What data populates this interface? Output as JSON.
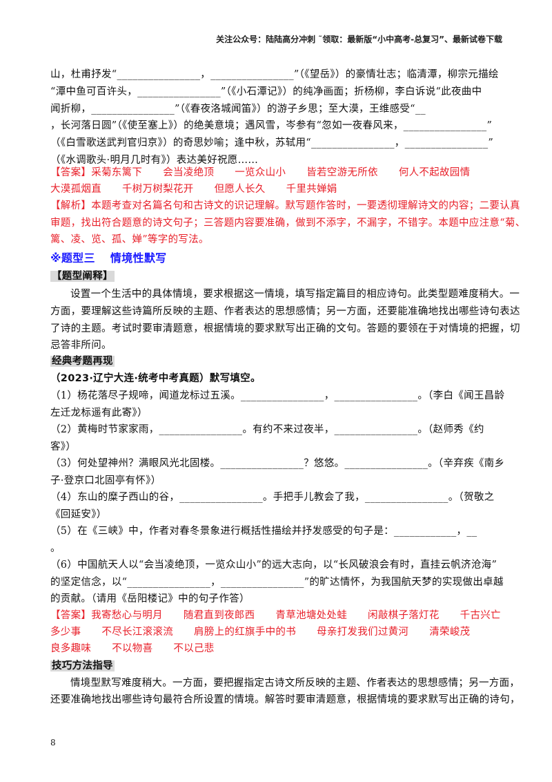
{
  "header": "关注公众号：陆陆高分冲刺 ˜领取：最新版“小中高考-总复习”、最新试卷下载",
  "intro_lines": [
    "山，杜甫抒发“________________，________________”（《望岳》）的豪情壮志；临清潭，柳宗元描绘",
    "“潭中鱼可百许头，________________”（《小石潭记》）的纯净画面；折杨柳，李白诉说“此夜曲中",
    "闻折柳，________________”（《春夜洛城闻笛》）的游子乡思；至大漠，王维感受“__",
    "，长河落日圆”（《使至塞上》）的绝美意境；遇风雪，岑参有“忽如一夜春风来，________________”",
    "（《白雪歌送武判官归京》）的奇思妙喻；逢中秋，苏轼用“________________，________________”",
    "（《水调歌头·明月几时有》）表达美好祝愿……"
  ],
  "answer1": {
    "label": "【答案】",
    "items": [
      "采菊东篱下",
      "会当凌绝顶",
      "一览众山小",
      "皆若空游无所依",
      "何人不起故园情",
      "大漠孤烟直",
      "千树万树梨花开",
      "但愿人长久",
      "千里共婵娟"
    ]
  },
  "analysis": [
    "【解析】本题考查对名篇名句和古诗文的识记理解。默写题作答时，一要透彻理解诗文的内容；二要认真",
    "审题，找出符合题意的诗文句子；三答题内容要准确，做到不添字，不漏字，不错字。本题中应注意“菊、",
    "篱、凌、览、孤、婵”等字的写法。"
  ],
  "section_title": "※题型三　 情境性默写",
  "type_label": "【题型阐释】",
  "type_para": [
    "设置一个生活中的具体情境，要求根据这一情境，填写指定篇目的相应诗句。此类型题难度稍大。一",
    "方面，要理解这些诗篇所反映的主题、作者表达的思想感情；另一方面，还要能准确地找出哪些诗句表达",
    "了诗的主题。考试时要审清题意，根据情境的要求默写出正确的文句。答题的要领在于对情境的把握，切",
    "忌答非所问。"
  ],
  "classic_label": "经典考题再现",
  "question_title": "（2023·辽宁大连·统考中考真题）默写填空。",
  "question_lines": [
    "（1）杨花落尽子规啼，闻道龙标过五溪。________________，________________。（李白《闻王昌龄",
    "左迁龙标遥有此寄》）",
    "（2）黄梅时节家家雨，________________。有约不来过夜半，________________。（赵师秀《约",
    "客》）",
    "（3）何处望神州？满眼风光北固楼。________________？悠悠。________________。（辛弃疾《南乡",
    "子·登京口北固亭有怀》）",
    "（4）东山的糜子西山的谷，________________。手把手儿教会了我，________________。（贺敬之",
    "《回延安》）",
    "（5）在《三峡》中，作者对春冬景象进行概括性描绘并抒发感受的句子是：____________，__",
    "。",
    "（6）中国航天人以“会当凌绝顶，一览众山小”的远大志向，以“长风破浪会有时，直挂云帆济沧海”",
    "的坚定信念，以“________________，________________”的旷达情怀，为我国航天梦的实现做出卓越",
    "的贡献。（请用《岳阳楼记》中的句子作答）"
  ],
  "answer2": {
    "label": "【答案】",
    "items": [
      "我寄愁心与明月",
      "随君直到夜郎西",
      "青草池塘处处蛙",
      "闲敲棋子落灯花",
      "千古兴亡",
      "多少事",
      "不尽长江滚滚流",
      "肩膀上的红旗手中的书",
      "母亲打发我们过黄河",
      "清荣峻茂",
      "良多趣味",
      "不以物喜",
      "不以己悲"
    ]
  },
  "tips_label": "技巧方法指导",
  "tips_para": [
    "情境型默写难度稍大。一方面，要把握指定古诗文所反映的主题、作者表达的思想感情；另一方面，",
    "还要准确地找出哪些诗句最符合所设置的情境。解答时要审清题意，根据情境的要求默写出正确的诗句，"
  ],
  "page_number": "8",
  "colors": {
    "answer": "#e8202a",
    "heading": "#1a1aff",
    "label_bg": "#d9d9d9"
  }
}
